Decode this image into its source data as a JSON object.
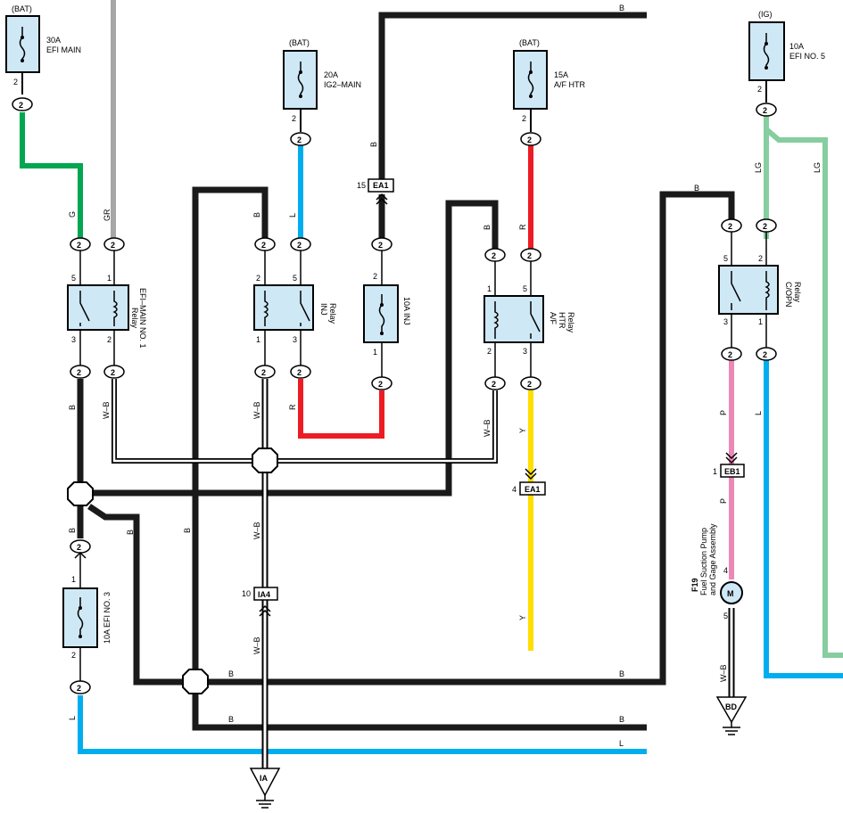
{
  "fuses": {
    "efi_main": {
      "source": "(BAT)",
      "rating": "30A",
      "name": "EFI MAIN",
      "pin": "2"
    },
    "ig2_main": {
      "source": "(BAT)",
      "rating": "20A",
      "name": "IG2–MAIN",
      "pin": "2"
    },
    "af_htr": {
      "source": "(BAT)",
      "rating": "15A",
      "name": "A/F HTR",
      "pin": "2"
    },
    "efi_no5": {
      "source": "(IG)",
      "rating": "10A",
      "name": "EFI NO. 5",
      "pin": "2"
    },
    "inj": {
      "label": "10A INJ",
      "pin_top": "2",
      "pin_bottom": "1"
    },
    "efi_no3": {
      "label": "10A EFI NO. 3",
      "pin_top": "1",
      "pin_bottom": "2"
    }
  },
  "relays": {
    "efi_main1": {
      "name1": "EFI–MAIN NO. 1",
      "name2": "Relay",
      "p5": "5",
      "p1": "1",
      "p3": "3",
      "p2": "2"
    },
    "inj": {
      "name1": "INJ",
      "name2": "Relay",
      "p2": "2",
      "p5": "5",
      "p1": "1",
      "p3": "3"
    },
    "af_htr": {
      "name1": "A/F",
      "name2": "HTR",
      "name3": "Relay",
      "p1": "1",
      "p5": "5",
      "p2": "2",
      "p3": "3"
    },
    "c_opn": {
      "name1": "C/OPN",
      "name2": "Relay",
      "p5": "5",
      "p2": "2",
      "p3": "3",
      "p1": "1"
    }
  },
  "pins": {
    "two": "2",
    "one": "1"
  },
  "wire_colors": {
    "B": "B",
    "GR": "GR",
    "G": "G",
    "L": "L",
    "R": "R",
    "LG": "LG",
    "WB": "W–B",
    "Y": "Y",
    "P": "P"
  },
  "connectors": {
    "ea1_top": {
      "id": "EA1",
      "pin": "15"
    },
    "ea1_bot": {
      "id": "EA1",
      "pin": "4"
    },
    "eb1": {
      "id": "EB1",
      "pin": "1"
    },
    "ia4": {
      "id": "IA4",
      "pin": "10"
    }
  },
  "grounds": {
    "ia": "IA",
    "bd": "BD"
  },
  "motor": {
    "ref": "F19",
    "name1": "Fuel Suction Pump",
    "name2": "and Gage Assembly",
    "symbol": "M",
    "pin_top": "4",
    "pin_bottom": "5"
  },
  "colors": {
    "black": "#1a1a1a",
    "gray": "#a6a6a6",
    "green": "#00a651",
    "blue": "#00aeef",
    "red": "#ed1c24",
    "yellow": "#ffde00",
    "pink": "#ec87b6",
    "light_green": "#86cda0",
    "component_fill": "#cfe8f5"
  }
}
